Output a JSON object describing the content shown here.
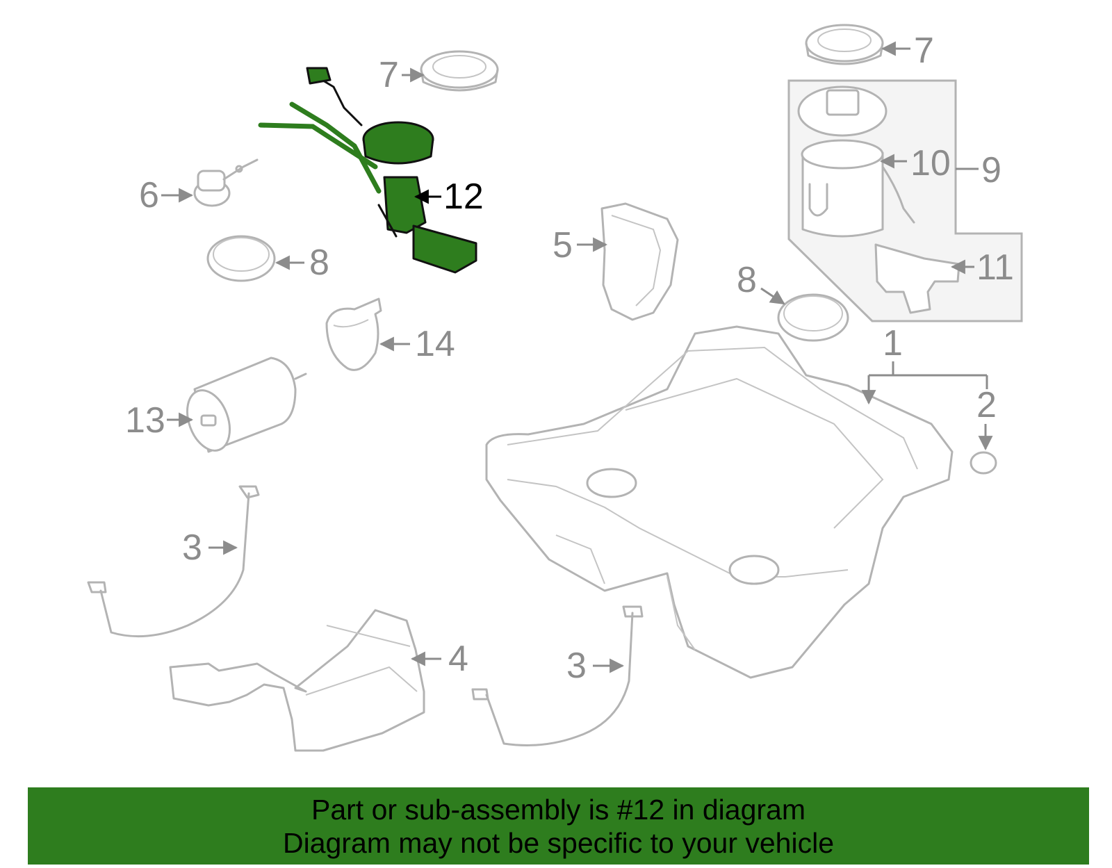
{
  "diagram": {
    "callouts": {
      "c1": "1",
      "c2": "2",
      "c3a": "3",
      "c3b": "3",
      "c4": "4",
      "c5": "5",
      "c6": "6",
      "c7a": "7",
      "c7b": "7",
      "c8a": "8",
      "c8b": "8",
      "c9": "9",
      "c10": "10",
      "c11": "11",
      "c12": "12",
      "c13": "13",
      "c14": "14"
    },
    "highlight_color": "#2e7d1e",
    "part_color": "#b3b3b3"
  },
  "banner": {
    "line1": "Part or sub-assembly is #12 in diagram",
    "line2": "Diagram may not be specific to your vehicle",
    "background": "#2e7d1e"
  }
}
